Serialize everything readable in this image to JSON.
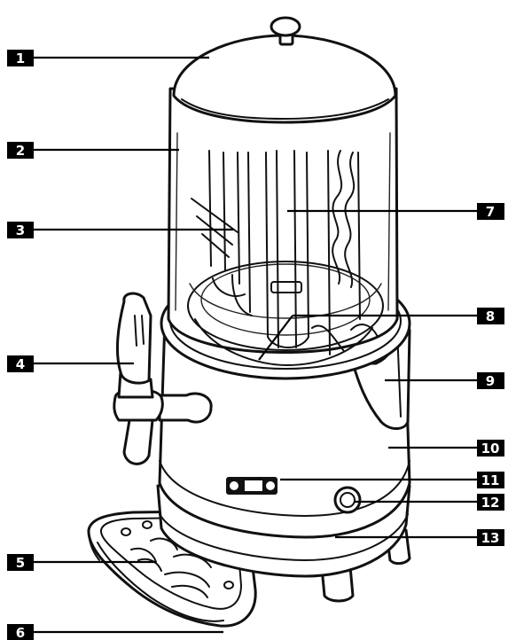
{
  "callouts": [
    {
      "label": "1"
    },
    {
      "label": "2"
    },
    {
      "label": "3"
    },
    {
      "label": "4"
    },
    {
      "label": "5"
    },
    {
      "label": "6"
    },
    {
      "label": "7"
    },
    {
      "label": "8"
    },
    {
      "label": "9"
    },
    {
      "label": "10"
    },
    {
      "label": "11"
    },
    {
      "label": "12"
    },
    {
      "label": "13"
    }
  ],
  "colors": {
    "ink": "#111111",
    "badge": "#000000",
    "badge_text": "#ffffff",
    "paper": "#ffffff"
  }
}
